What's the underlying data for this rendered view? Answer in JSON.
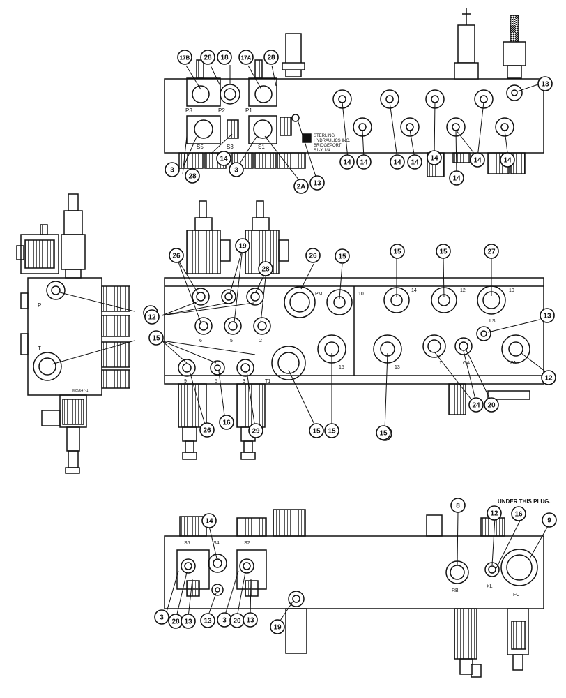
{
  "note": "UNDER THIS PLUG.",
  "callouts_top": [
    "17B",
    "28",
    "18",
    "17A",
    "28",
    "13",
    "3",
    "28",
    "14",
    "3",
    "2A",
    "13",
    "14",
    "14",
    "14",
    "14",
    "14",
    "14",
    "14",
    "14"
  ],
  "callouts_middle": [
    "26",
    "19",
    "28",
    "26",
    "15",
    "15",
    "15",
    "27",
    "14",
    "12",
    "13",
    "15",
    "12",
    "16",
    "26",
    "29",
    "15",
    "15",
    "27",
    "24",
    "20",
    "15"
  ],
  "callouts_bottom": [
    "8",
    "12",
    "16",
    "9",
    "14",
    "3",
    "28",
    "13",
    "13",
    "3",
    "20",
    "13",
    "19"
  ],
  "port_labels_top": [
    "P3",
    "P2",
    "P1",
    "S5",
    "S3",
    "S1"
  ],
  "port_labels_side": [
    "P",
    "T"
  ],
  "port_labels_middle": [
    "PM",
    "10",
    "14",
    "12",
    "10",
    "LS",
    "6",
    "5",
    "2",
    "9",
    "5",
    "3",
    "T1",
    "15",
    "13",
    "11",
    "GA",
    "PA"
  ],
  "port_labels_bottom": [
    "S6",
    "S4",
    "S2",
    "RB",
    "XL",
    "FC"
  ],
  "block_text": [
    "STERLING",
    "HYDRAULICS INC.",
    "BRIDGEPORT",
    "S1-Y 1/4"
  ],
  "side_text": "M89647-1",
  "colors": {
    "line": "#111111",
    "background": "#ffffff",
    "hatch": "#555555"
  }
}
